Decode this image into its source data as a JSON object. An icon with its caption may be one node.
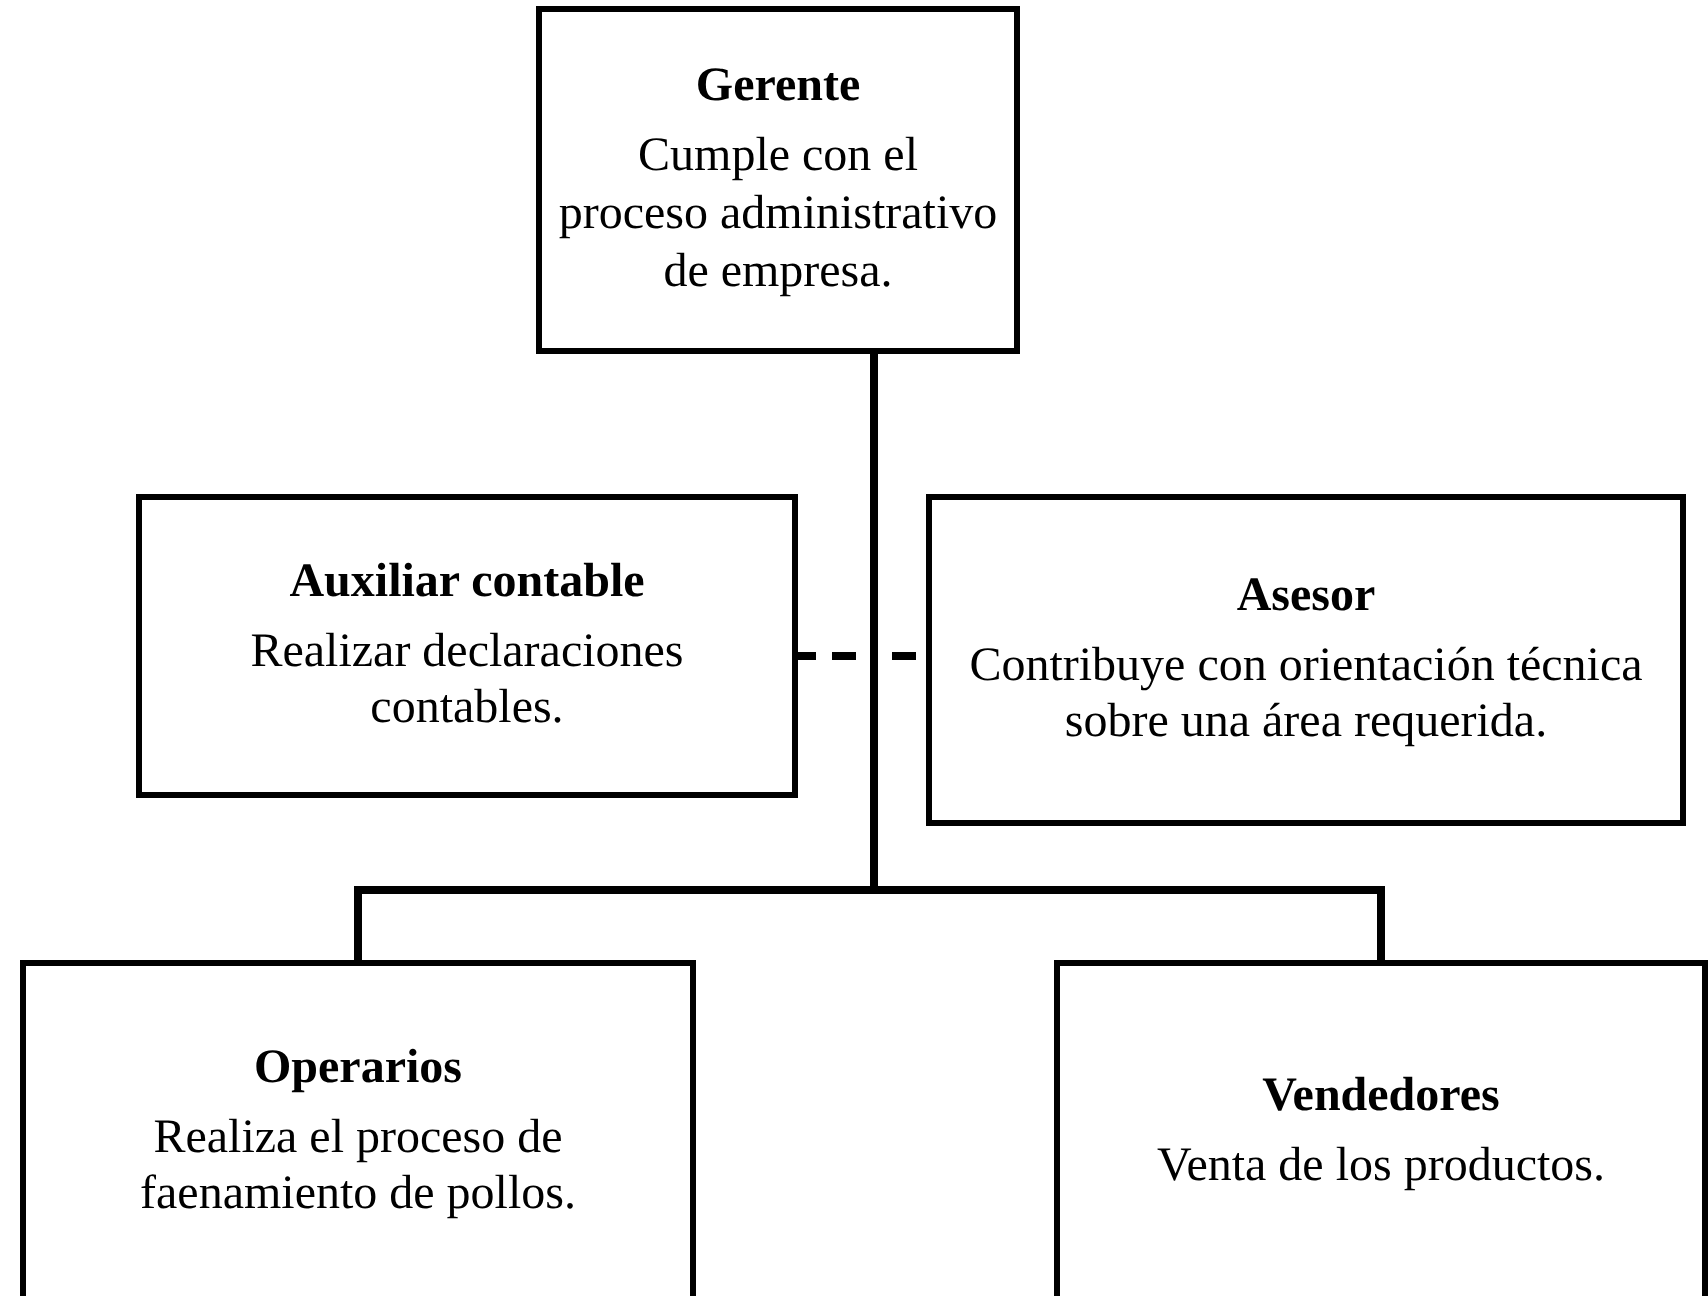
{
  "diagram": {
    "nodes": [
      {
        "text": [
          "Gerente",
          "Cumple con el proceso administrativo de empresa."
        ]
      },
      {
        "text": [
          "Auxiliar contable",
          "Realizar declaraciones contables."
        ]
      },
      {
        "text": [
          "Asesor",
          "Contribuye con orientación técnica sobre una área requerida."
        ]
      },
      {
        "text": [
          "Operarios",
          "Realiza el proceso de faenamiento de pollos."
        ]
      },
      {
        "text": [
          "Vendedores",
          "Venta de los productos."
        ]
      }
    ],
    "edges": [
      {
        "from": 0,
        "to": 1,
        "arrow": "none",
        "style": "dashed"
      },
      {
        "from": 0,
        "to": 2,
        "arrow": "none",
        "style": "dashed"
      },
      {
        "from": 0,
        "to": 3,
        "arrow": "none"
      },
      {
        "from": 0,
        "to": 4,
        "arrow": "none"
      }
    ]
  }
}
